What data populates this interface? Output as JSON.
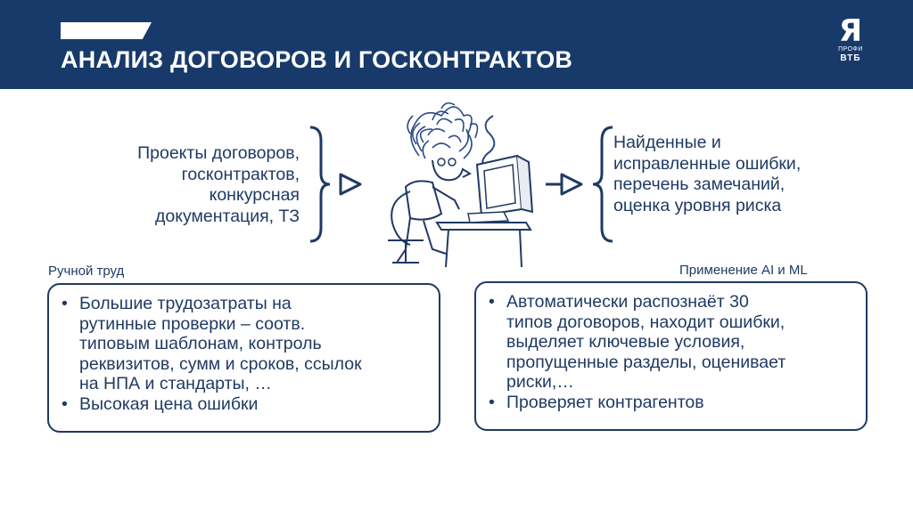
{
  "header": {
    "title": "АНАЛИЗ ДОГОВОРОВ И ГОСКОНТРАКТОВ",
    "logo": {
      "letter": "Я",
      "line1": "ПРОФИ",
      "line2": "ВТБ"
    }
  },
  "input_text": [
    "Проекты договоров,",
    "госконтрактов,",
    "конкурсная",
    "документация, ТЗ"
  ],
  "output_text": [
    "Найденные и",
    "исправленные ошибки,",
    "перечень замечаний,",
    "оценка уровня риска"
  ],
  "manual": {
    "label": "Ручной труд",
    "bullets": [
      [
        "Большие трудозатраты на",
        "рутинные проверки – соотв.",
        "типовым шаблонам, контроль",
        "реквизитов, сумм и сроков, ссылок",
        "на НПА и стандарты, …"
      ],
      [
        "Высокая цена ошибки"
      ]
    ]
  },
  "ai": {
    "label": "Применение AI и ML",
    "bullets": [
      [
        "Автоматически распознаёт 30",
        "типов договоров, находит ошибки,",
        "выделяет ключевые условия,",
        "пропущенные разделы, оценивает",
        "риски,…"
      ],
      [
        "Проверяет контрагентов"
      ]
    ]
  },
  "illustration": {
    "icon": "stressed-worker-at-computer-icon"
  },
  "colors": {
    "header_bg": "#173a6a",
    "text": "#1f3a63",
    "border": "#1f3a63"
  }
}
